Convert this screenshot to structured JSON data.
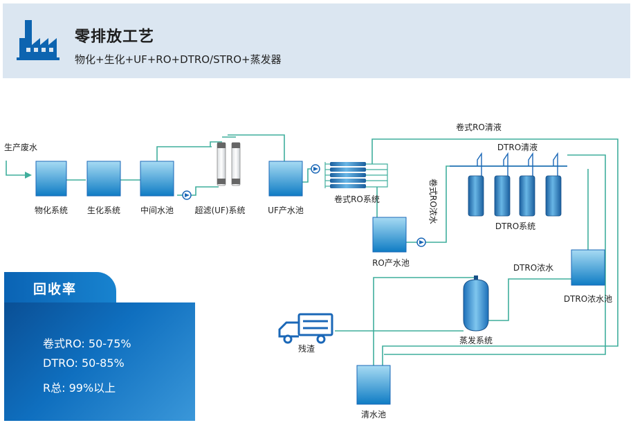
{
  "header": {
    "title": "零排放工艺",
    "subtitle": "物化+生化+UF+RO+DTRO/STRO+蒸发器"
  },
  "colors": {
    "header_bg": "#dbe6f1",
    "pipe": "#3fae9c",
    "pipe_blue": "#1a67b7",
    "tank_top": "#9ad3f0",
    "tank_bottom": "#0f7cc4",
    "accent": "#0f6fbf"
  },
  "diagram": {
    "labels": {
      "wastewater": "生产废水",
      "physchem": "物化系统",
      "biochem": "生化系统",
      "mid_pool": "中间水池",
      "uf_system": "超滤(UF)系统",
      "uf_pool": "UF产水池",
      "ro_system": "卷式RO系统",
      "ro_clean": "卷式RO清液",
      "dtro_clean": "DTRO清液",
      "ro_concentrate": "卷式RO浓水",
      "dtro_system": "DTRO系统",
      "ro_pool": "RO产水池",
      "dtro_concentrate": "DTRO浓水",
      "dtro_conc_pool": "DTRO浓水池",
      "evaporator": "蒸发系统",
      "residue": "残渣",
      "clean_pool": "清水池"
    }
  },
  "recovery": {
    "title": "回收率",
    "items": [
      "卷式RO: 50-75%",
      "DTRO: 50-85%",
      "R总: 99%以上"
    ]
  }
}
